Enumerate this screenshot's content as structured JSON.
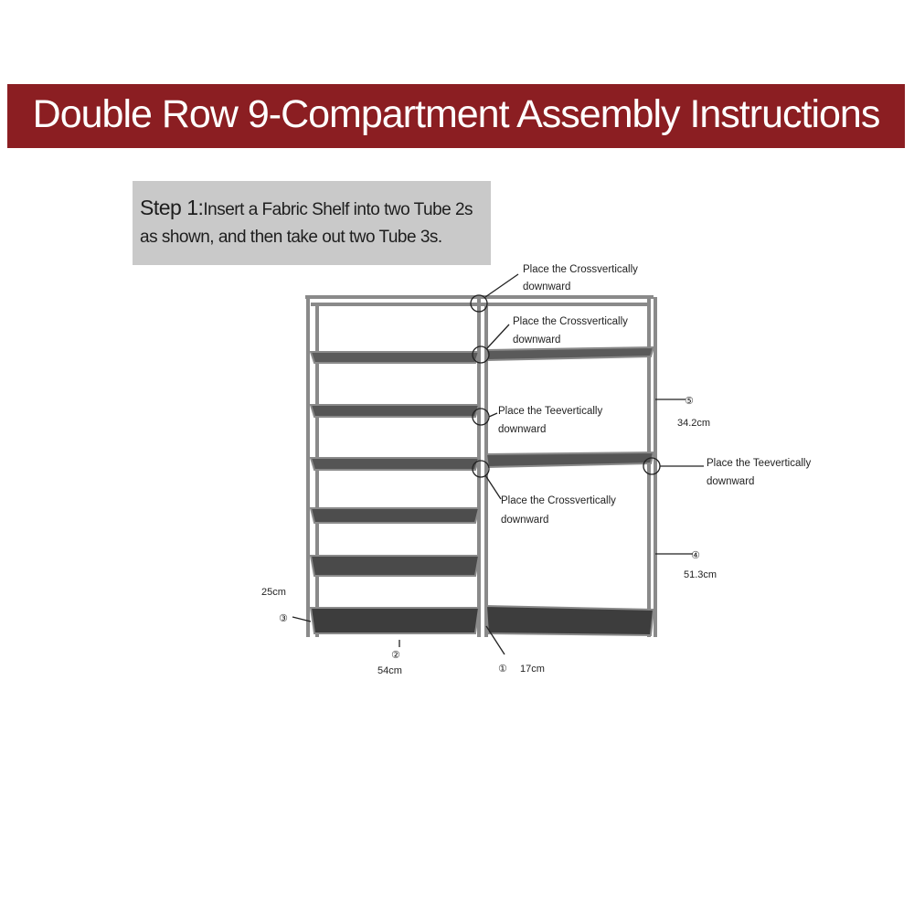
{
  "banner": {
    "title": "Double Row 9-Compartment Assembly Instructions"
  },
  "step": {
    "label": "Step 1:",
    "text": "Insert a Fabric Shelf into two Tube 2s as shown, and then take out two Tube 3s."
  },
  "callouts": {
    "c1_line1": "Place the Crossvertically",
    "c1_line2": "downward",
    "c2_line1": "Place the Crossvertically",
    "c2_line2": "downward",
    "c3_line1": "Place the Teevertically",
    "c3_line2": "downward",
    "c4_line1": "Place the Teevertically",
    "c4_line2": "downward",
    "c5_line1": "Place the Crossvertically",
    "c5_line2": "downward"
  },
  "parts": {
    "p1": {
      "number": "①",
      "length": "17cm"
    },
    "p2": {
      "number": "②",
      "length": "54cm"
    },
    "p3": {
      "number": "③",
      "length": "25cm"
    },
    "p4": {
      "number": "④",
      "length": "51.3cm"
    },
    "p5": {
      "number": "⑤",
      "length": "34.2cm"
    }
  },
  "colors": {
    "banner": "#8b1e22",
    "step_box": "#c9c9c9",
    "frame": "#8a8a8a",
    "shelf": "#4a4a4a"
  }
}
